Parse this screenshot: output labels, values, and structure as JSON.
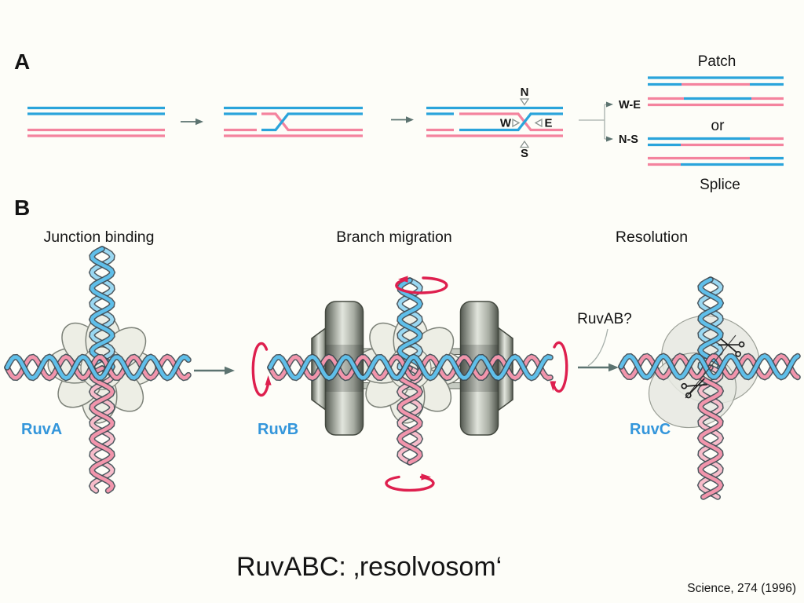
{
  "figure": {
    "panel_a": {
      "label": "A",
      "compass_n": "N",
      "compass_s": "S",
      "compass_w": "W",
      "compass_e": "E",
      "resolution_we": "W-E",
      "resolution_ns": "N-S",
      "product_patch": "Patch",
      "product_or": "or",
      "product_splice": "Splice"
    },
    "panel_b": {
      "label": "B",
      "stages": [
        {
          "title": "Junction binding",
          "protein": "RuvA"
        },
        {
          "title": "Branch migration",
          "protein": "RuvB"
        },
        {
          "title": "Resolution",
          "protein": "RuvC"
        }
      ],
      "transition_question": "RuvAB?"
    }
  },
  "caption": {
    "title": "RuvABC: ‚resolvosom‘",
    "citation": "Science, 274 (1996)"
  },
  "colors": {
    "dna_blue": "#2AA4DB",
    "dna_pink": "#F4839E",
    "ribbon_blue": "#5FBFEA",
    "ribbon_blue_light": "#9AD8F2",
    "ribbon_pink": "#F295AC",
    "ribbon_pink_light": "#F7BCCA",
    "ribbon_outline": "#3C4850",
    "protein_fill": "#EDEEE5",
    "protein_stroke": "#7D8279",
    "rotation_red": "#DE1F4E",
    "arrow_gray": "#5C7370",
    "label_blue": "#3496DB"
  }
}
